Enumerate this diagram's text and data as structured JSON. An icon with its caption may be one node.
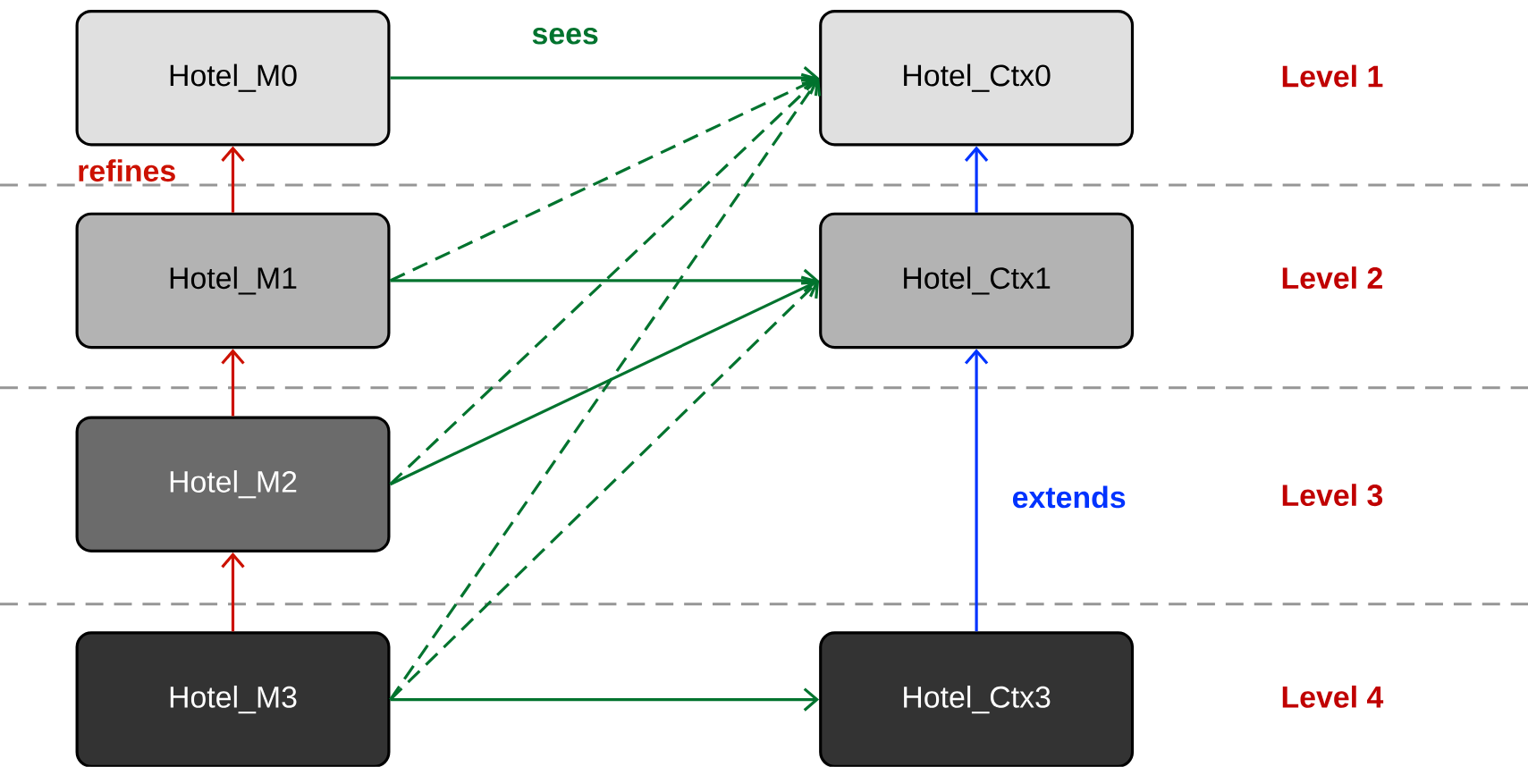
{
  "diagram": {
    "nodes": [
      {
        "text": [
          "Hotel_M0"
        ]
      },
      {
        "text": [
          "Hotel_Ctx0"
        ]
      },
      {
        "text": [
          "Hotel_M1"
        ]
      },
      {
        "text": [
          "Hotel_Ctx1"
        ]
      },
      {
        "text": [
          "Hotel_M2"
        ]
      },
      {
        "text": [
          "Hotel_M3"
        ]
      },
      {
        "text": [
          "Hotel_Ctx3"
        ]
      }
    ],
    "edges": [
      {
        "from": 0,
        "to": 1,
        "arrow": "to",
        "label": "sees"
      },
      {
        "from": 2,
        "to": 1,
        "arrow": "to",
        "style": "dashed"
      },
      {
        "from": 2,
        "to": 3,
        "arrow": "to"
      },
      {
        "from": 4,
        "to": 1,
        "arrow": "to",
        "style": "dashed"
      },
      {
        "from": 4,
        "to": 3,
        "arrow": "to"
      },
      {
        "from": 5,
        "to": 1,
        "arrow": "to",
        "style": "dashed"
      },
      {
        "from": 5,
        "to": 3,
        "arrow": "to",
        "style": "dashed"
      },
      {
        "from": 5,
        "to": 6,
        "arrow": "to"
      },
      {
        "from": 2,
        "to": 0,
        "arrow": "to",
        "color": "#cc1100",
        "label": "refines"
      },
      {
        "from": 4,
        "to": 2,
        "arrow": "to",
        "color": "#cc1100"
      },
      {
        "from": 5,
        "to": 4,
        "arrow": "to",
        "color": "#cc1100"
      },
      {
        "from": 3,
        "to": 1,
        "arrow": "to",
        "color": "#0033ff"
      },
      {
        "from": 6,
        "to": 3,
        "arrow": "to",
        "color": "#0033ff",
        "label": "extends"
      }
    ],
    "labels": [
      "Level 1",
      "Level 2",
      "Level 3",
      "Level 4"
    ]
  }
}
